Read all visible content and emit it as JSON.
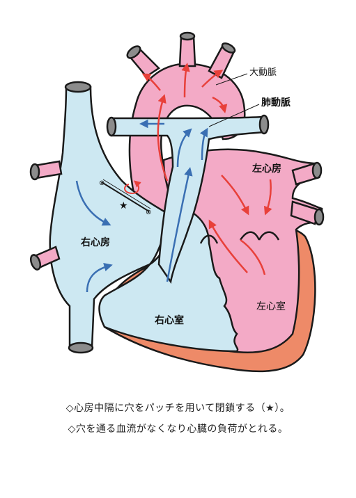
{
  "labels": {
    "aorta": "大動脈",
    "pulmonary_artery": "肺動脈",
    "left_atrium": "左心房",
    "right_atrium": "右心房",
    "right_ventricle": "右心室",
    "left_ventricle": "左心室",
    "patch_marker": "★"
  },
  "captions": {
    "line1": "◇心房中隔に穴をパッチを用いて閉鎖する（★）。",
    "line2": "◇穴を通る血流がなくなり心臓の負荷がとれる。"
  },
  "colors": {
    "deoxygenated": "#cde8f2",
    "oxygenated": "#f3aac6",
    "muscle": "#ee8a68",
    "vessel_cap": "#8c8c8c",
    "blue_arrow": "#3a6fb3",
    "red_arrow": "#e8403a",
    "outline": "#1a1a1a"
  }
}
